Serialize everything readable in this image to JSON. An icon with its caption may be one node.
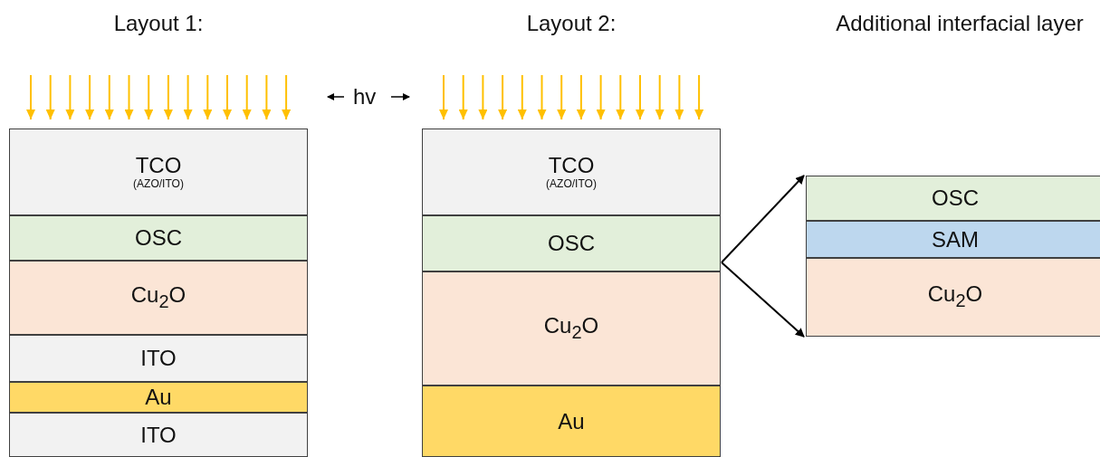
{
  "diagram": {
    "nodes": [
      {
        "text": [
          "Layout 1:"
        ]
      },
      {
        "text": [
          "TCO",
          "(AZO/ITO)"
        ],
        "in": 0
      },
      {
        "text": [
          "OSC"
        ],
        "in": 0
      },
      {
        "text": [
          "Cu$_{2}$O"
        ],
        "in": 0
      },
      {
        "text": [
          "ITO"
        ],
        "in": 0
      },
      {
        "text": [
          "Au"
        ],
        "in": 0
      },
      {
        "text": [
          "ITO"
        ],
        "in": 0
      },
      {
        "text": [
          "Layout 2:"
        ]
      },
      {
        "text": [
          "TCO",
          "(AZO/ITO)"
        ],
        "in": 7
      },
      {
        "text": [
          "OSC"
        ],
        "in": 7
      },
      {
        "text": [
          "Cu$_{2}$O"
        ],
        "in": 7
      },
      {
        "text": [
          "Au"
        ],
        "in": 7
      },
      {
        "text": [
          "Additional interfacial layer"
        ]
      },
      {
        "text": [
          "OSC"
        ],
        "in": 12
      },
      {
        "text": [
          "SAM"
        ],
        "in": 12
      },
      {
        "text": [
          "Cu$_{2}$O"
        ],
        "in": 12
      }
    ],
    "edges": [
      {
        "from": 9,
        "to": 12,
        "arrow": "to"
      },
      {
        "from": 9,
        "to": 12,
        "arrow": "to"
      }
    ],
    "labels": [
      "hv"
    ]
  }
}
